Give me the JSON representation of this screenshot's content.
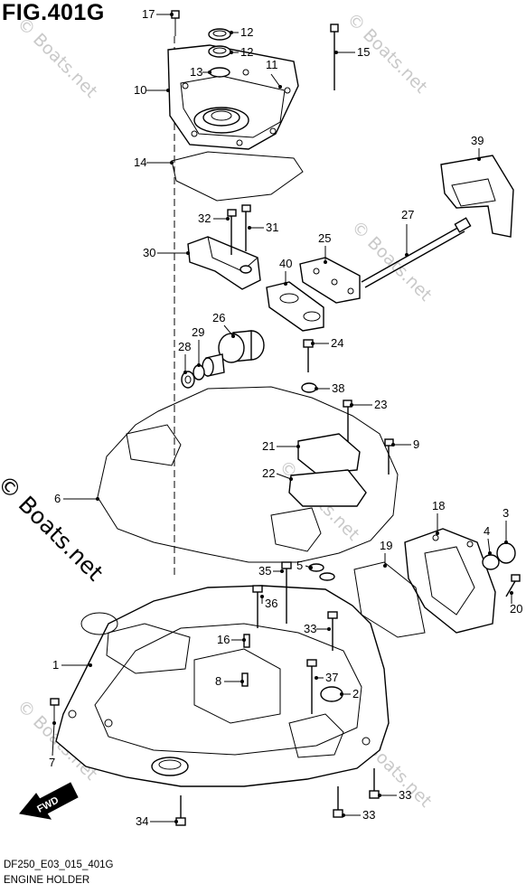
{
  "figure": {
    "title": "FIG.401G",
    "diagram_code": "DF250_E03_015_401G",
    "caption": "ENGINE HOLDER"
  },
  "watermark": {
    "text": "© Boats.net"
  },
  "direction_arrow": {
    "label": "FWD"
  },
  "callouts": [
    {
      "id": "c1",
      "number": "1"
    },
    {
      "id": "c2",
      "number": "2"
    },
    {
      "id": "c3",
      "number": "3"
    },
    {
      "id": "c4",
      "number": "4"
    },
    {
      "id": "c5",
      "number": "5"
    },
    {
      "id": "c6",
      "number": "6"
    },
    {
      "id": "c7",
      "number": "7"
    },
    {
      "id": "c8",
      "number": "8"
    },
    {
      "id": "c9",
      "number": "9"
    },
    {
      "id": "c10",
      "number": "10"
    },
    {
      "id": "c11",
      "number": "11"
    },
    {
      "id": "c12a",
      "number": "12"
    },
    {
      "id": "c12b",
      "number": "12"
    },
    {
      "id": "c13",
      "number": "13"
    },
    {
      "id": "c14",
      "number": "14"
    },
    {
      "id": "c15",
      "number": "15"
    },
    {
      "id": "c16",
      "number": "16"
    },
    {
      "id": "c17",
      "number": "17"
    },
    {
      "id": "c18",
      "number": "18"
    },
    {
      "id": "c19",
      "number": "19"
    },
    {
      "id": "c20",
      "number": "20"
    },
    {
      "id": "c21",
      "number": "21"
    },
    {
      "id": "c22",
      "number": "22"
    },
    {
      "id": "c23",
      "number": "23"
    },
    {
      "id": "c24",
      "number": "24"
    },
    {
      "id": "c25",
      "number": "25"
    },
    {
      "id": "c26",
      "number": "26"
    },
    {
      "id": "c27",
      "number": "27"
    },
    {
      "id": "c28",
      "number": "28"
    },
    {
      "id": "c29",
      "number": "29"
    },
    {
      "id": "c30",
      "number": "30"
    },
    {
      "id": "c31",
      "number": "31"
    },
    {
      "id": "c32",
      "number": "32"
    },
    {
      "id": "c33a",
      "number": "33"
    },
    {
      "id": "c33b",
      "number": "33"
    },
    {
      "id": "c33c",
      "number": "33"
    },
    {
      "id": "c34",
      "number": "34"
    },
    {
      "id": "c35",
      "number": "35"
    },
    {
      "id": "c36",
      "number": "36"
    },
    {
      "id": "c37",
      "number": "37"
    },
    {
      "id": "c38",
      "number": "38"
    },
    {
      "id": "c39",
      "number": "39"
    },
    {
      "id": "c40",
      "number": "40"
    }
  ]
}
